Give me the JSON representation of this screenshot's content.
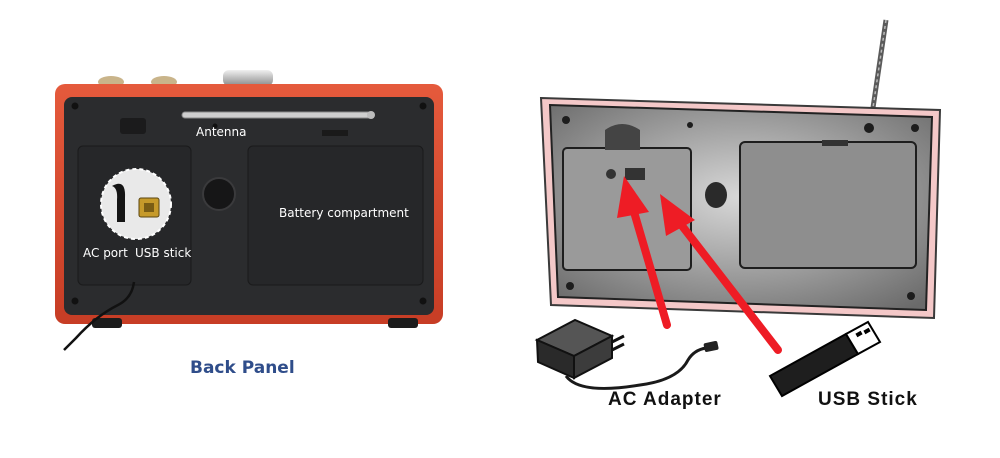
{
  "left_panel": {
    "labels": {
      "antenna": "Antenna",
      "battery": "Battery compartment",
      "ac_port": "AC port",
      "usb_stick": "USB stick"
    },
    "caption": "Back Panel"
  },
  "right_panel": {
    "labels": {
      "ac_adapter": "AC Adapter",
      "usb_stick": "USB Stick"
    },
    "colors": {
      "arrow": "#ee1c25"
    }
  },
  "colors": {
    "case_red": "#e04a30",
    "panel_dark": "#2b2c2e",
    "caption_blue": "#2f4d8a"
  }
}
